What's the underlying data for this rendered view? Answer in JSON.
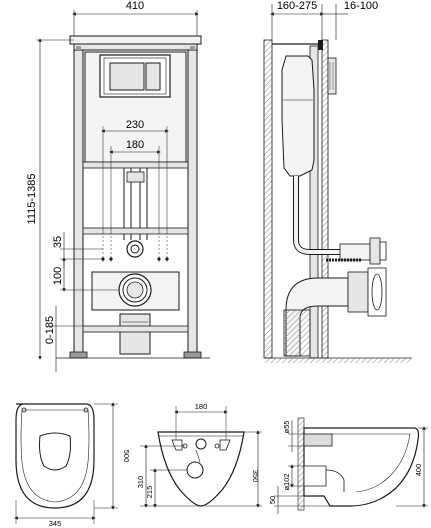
{
  "front_view": {
    "width": "410",
    "height_range": "1115-1385",
    "flush_plate_spacing_outer": "230",
    "flush_plate_spacing_inner": "180",
    "flange_offset": "35",
    "drain_height": "100",
    "foot_adjust": "0-185"
  },
  "side_view": {
    "wall_distance": "160-275",
    "front_offset": "16-100"
  },
  "bowl_top_view": {
    "depth": "500",
    "width": "345"
  },
  "bowl_back_view": {
    "bolt_spacing": "180",
    "inlet_height": "310",
    "outlet_height": "215",
    "side_height": "350"
  },
  "bowl_side_view": {
    "inlet_diameter": "ø55",
    "outlet_diameter": "ø102",
    "bottom_offset": "50",
    "height": "400"
  },
  "colors": {
    "line": "#1a1a1a",
    "frame_fill": "#e6e6e6",
    "wall_fill": "#cfcfcf",
    "part_fill": "#dcdcdc"
  }
}
